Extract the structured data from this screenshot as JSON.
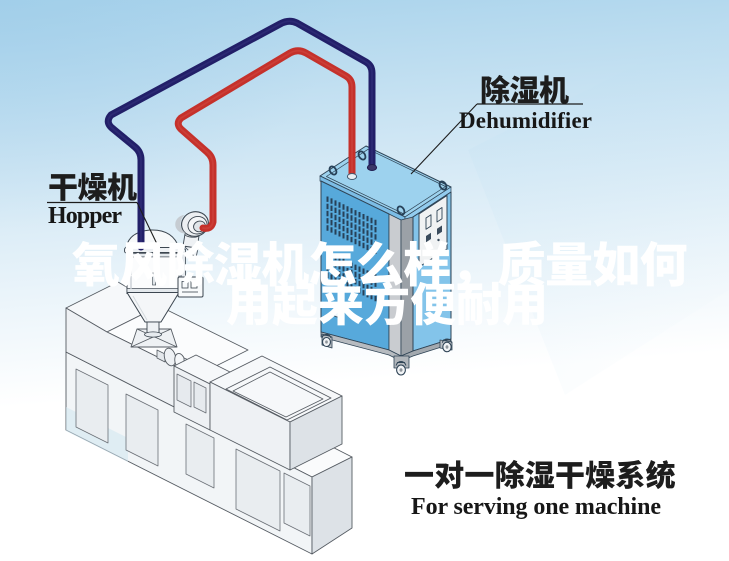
{
  "page_type": "product illustration diagram",
  "labels": {
    "hopper": {
      "zh": "干燥机",
      "en": "Hopper"
    },
    "dehumidifier": {
      "zh": "除湿机",
      "en": "Dehumidifier"
    }
  },
  "caption": {
    "zh": "一对一除湿干燥系统",
    "en": "For serving one machine"
  },
  "watermark": {
    "line1": "氧风除湿机怎么样，质量如何",
    "line2": "用起来方便耐用"
  },
  "diagram": {
    "machines": [
      "extruder-machine",
      "hopper-dryer",
      "dehumidifier-unit"
    ],
    "pipes": [
      {
        "name": "return-air-pipe",
        "color": "#221f68",
        "from": "hopper-dryer",
        "to": "dehumidifier-unit"
      },
      {
        "name": "dry-air-pipe",
        "color": "#c5312b",
        "from": "dehumidifier-unit",
        "to": "hopper-dryer"
      }
    ]
  },
  "colors": {
    "background_top": "#a6d2ec",
    "background_bottom": "#ffffff",
    "dehumidifier_body": "#6ab5e3",
    "pipe_return": "#221f68",
    "pipe_supply": "#c5312b",
    "watermark_text": "#ffffff",
    "label_text": "#171717"
  }
}
